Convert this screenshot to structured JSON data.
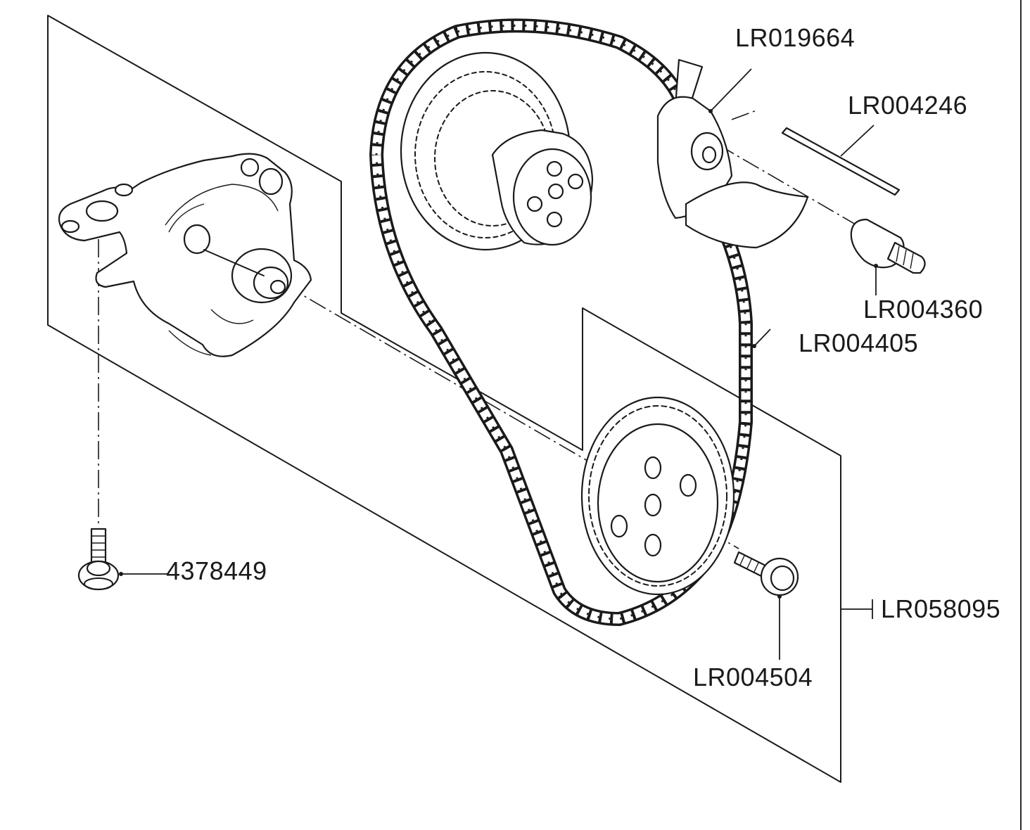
{
  "callouts": {
    "lr019664": "LR019664",
    "lr004246": "LR004246",
    "lr004360": "LR004360",
    "lr004405": "LR004405",
    "p4378449": "4378449",
    "lr058095": "LR058095",
    "lr004504": "LR004504"
  },
  "colors": {
    "line": "#1a1a1a",
    "background": "#ffffff"
  }
}
